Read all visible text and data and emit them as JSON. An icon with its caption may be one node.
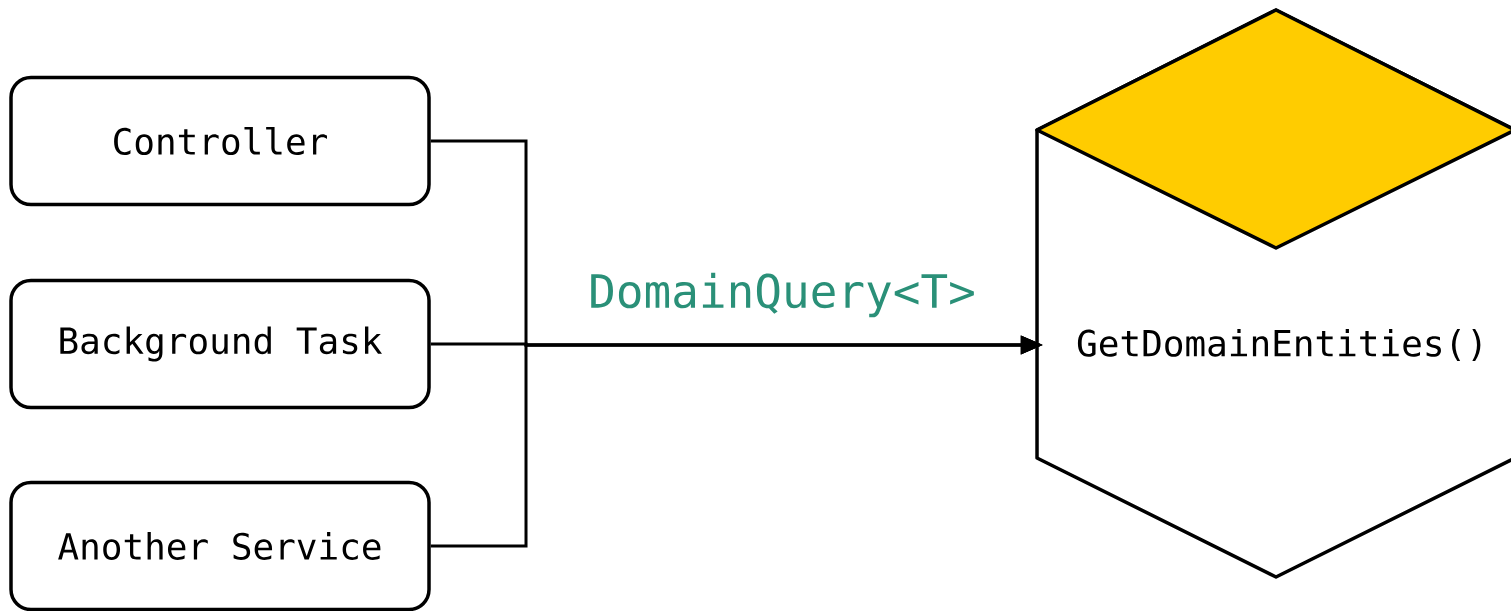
{
  "diagram": {
    "nodes": [
      {
        "text": [
          "Controller"
        ]
      },
      {
        "text": [
          "Background Task"
        ]
      },
      {
        "text": [
          "Another Service"
        ]
      },
      {
        "text": [
          "GetDomainEntities()"
        ]
      }
    ],
    "edges": [
      {
        "from": 0,
        "to": 3,
        "arrow": "to"
      },
      {
        "from": 1,
        "to": 3,
        "arrow": "to",
        "label": "DomainQuery<T>"
      },
      {
        "from": 2,
        "to": 3,
        "arrow": "to"
      }
    ]
  }
}
